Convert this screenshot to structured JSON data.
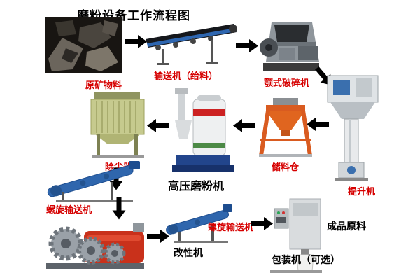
{
  "title": "磨粉设备工作流程图",
  "nodes": {
    "raw_ore": {
      "label": "原矿物料"
    },
    "conveyor": {
      "label": "输送机（给料）"
    },
    "jaw_crusher": {
      "label": "颚式破碎机"
    },
    "elevator": {
      "label": "提升机"
    },
    "silo": {
      "label": "储料仓"
    },
    "mill": {
      "label": "高压磨粉机"
    },
    "dust_collector": {
      "label": "除尘器"
    },
    "screw_conveyor_1": {
      "label": "螺旋输送机"
    },
    "modifier": {
      "label": "改性机"
    },
    "screw_conveyor_2": {
      "label": "螺旋输送机"
    },
    "finished_product": {
      "label": "成品原料"
    },
    "packing_machine": {
      "label": "包装机（可选）"
    }
  },
  "flow": [
    "raw_ore",
    "conveyor",
    "jaw_crusher",
    "elevator",
    "silo",
    "mill",
    "dust_collector",
    "screw_conveyor_1",
    "modifier",
    "screw_conveyor_2",
    "packing_machine",
    "finished_product"
  ],
  "colors": {
    "label_red": "#d60000",
    "label_black": "#000000",
    "arrow": "#000000",
    "background": "#ffffff",
    "silo_orange": "#e0651f",
    "conveyor_blue": "#2f66ad",
    "modifier_red": "#c9311b",
    "dust_collector_green": "#c6ca8e"
  }
}
